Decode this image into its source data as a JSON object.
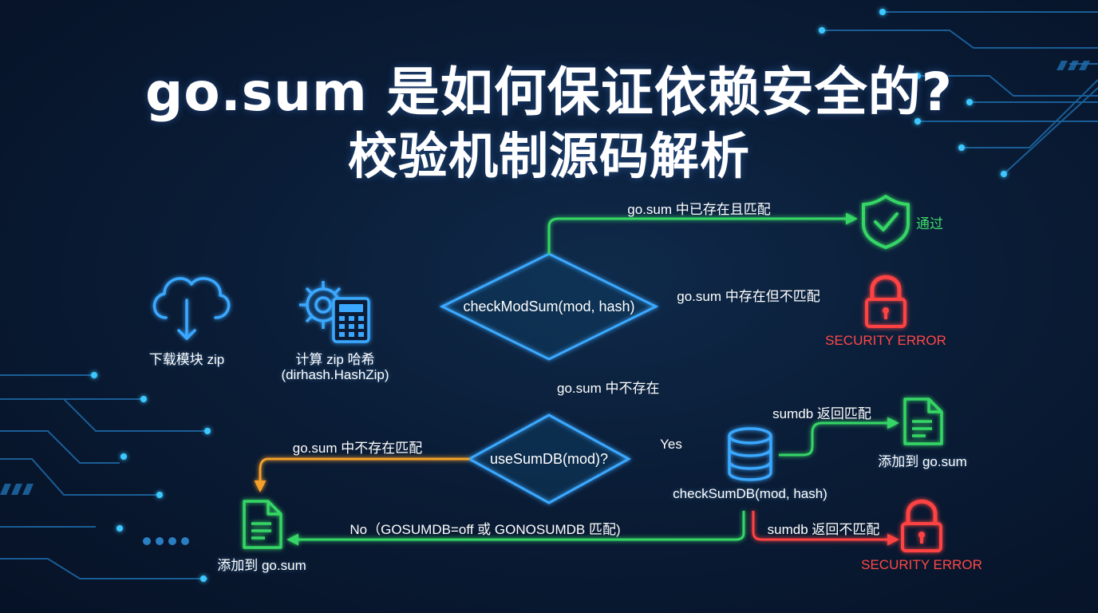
{
  "title": {
    "line1": "go.sum 是如何保证依赖安全的?",
    "line2": "校验机制源码解析"
  },
  "nodes": {
    "download": "下载模块 zip",
    "hash_line1": "计算 zip 哈希",
    "hash_line2": "(dirhash.HashZip)",
    "check_mod_sum": "checkModSum(mod, hash)",
    "use_sumdb": "useSumDB(mod)?",
    "check_sumdb": "checkSumDB(mod, hash)",
    "add_gosum_right": "添加到 go.sum",
    "add_gosum_left": "添加到 go.sum"
  },
  "edges": {
    "exists_match": "go.sum 中已存在且匹配",
    "exists_mismatch": "go.sum 中存在但不匹配",
    "not_exist": "go.sum 中不存在",
    "not_exist_match": "go.sum 中不存在匹配",
    "yes": "Yes",
    "no": "No（GOSUMDB=off 或 GONOSUMDB 匹配)",
    "sumdb_match": "sumdb 返回匹配",
    "sumdb_mismatch": "sumdb 返回不匹配"
  },
  "results": {
    "pass": "通过",
    "security_error_1": "SECURITY ERROR",
    "security_error_2": "SECURITY ERROR"
  },
  "colors": {
    "blue": "#3aa8ff",
    "green": "#35d665",
    "red": "#ff4343",
    "orange": "#f5a02a",
    "background": "#0a1c36"
  }
}
